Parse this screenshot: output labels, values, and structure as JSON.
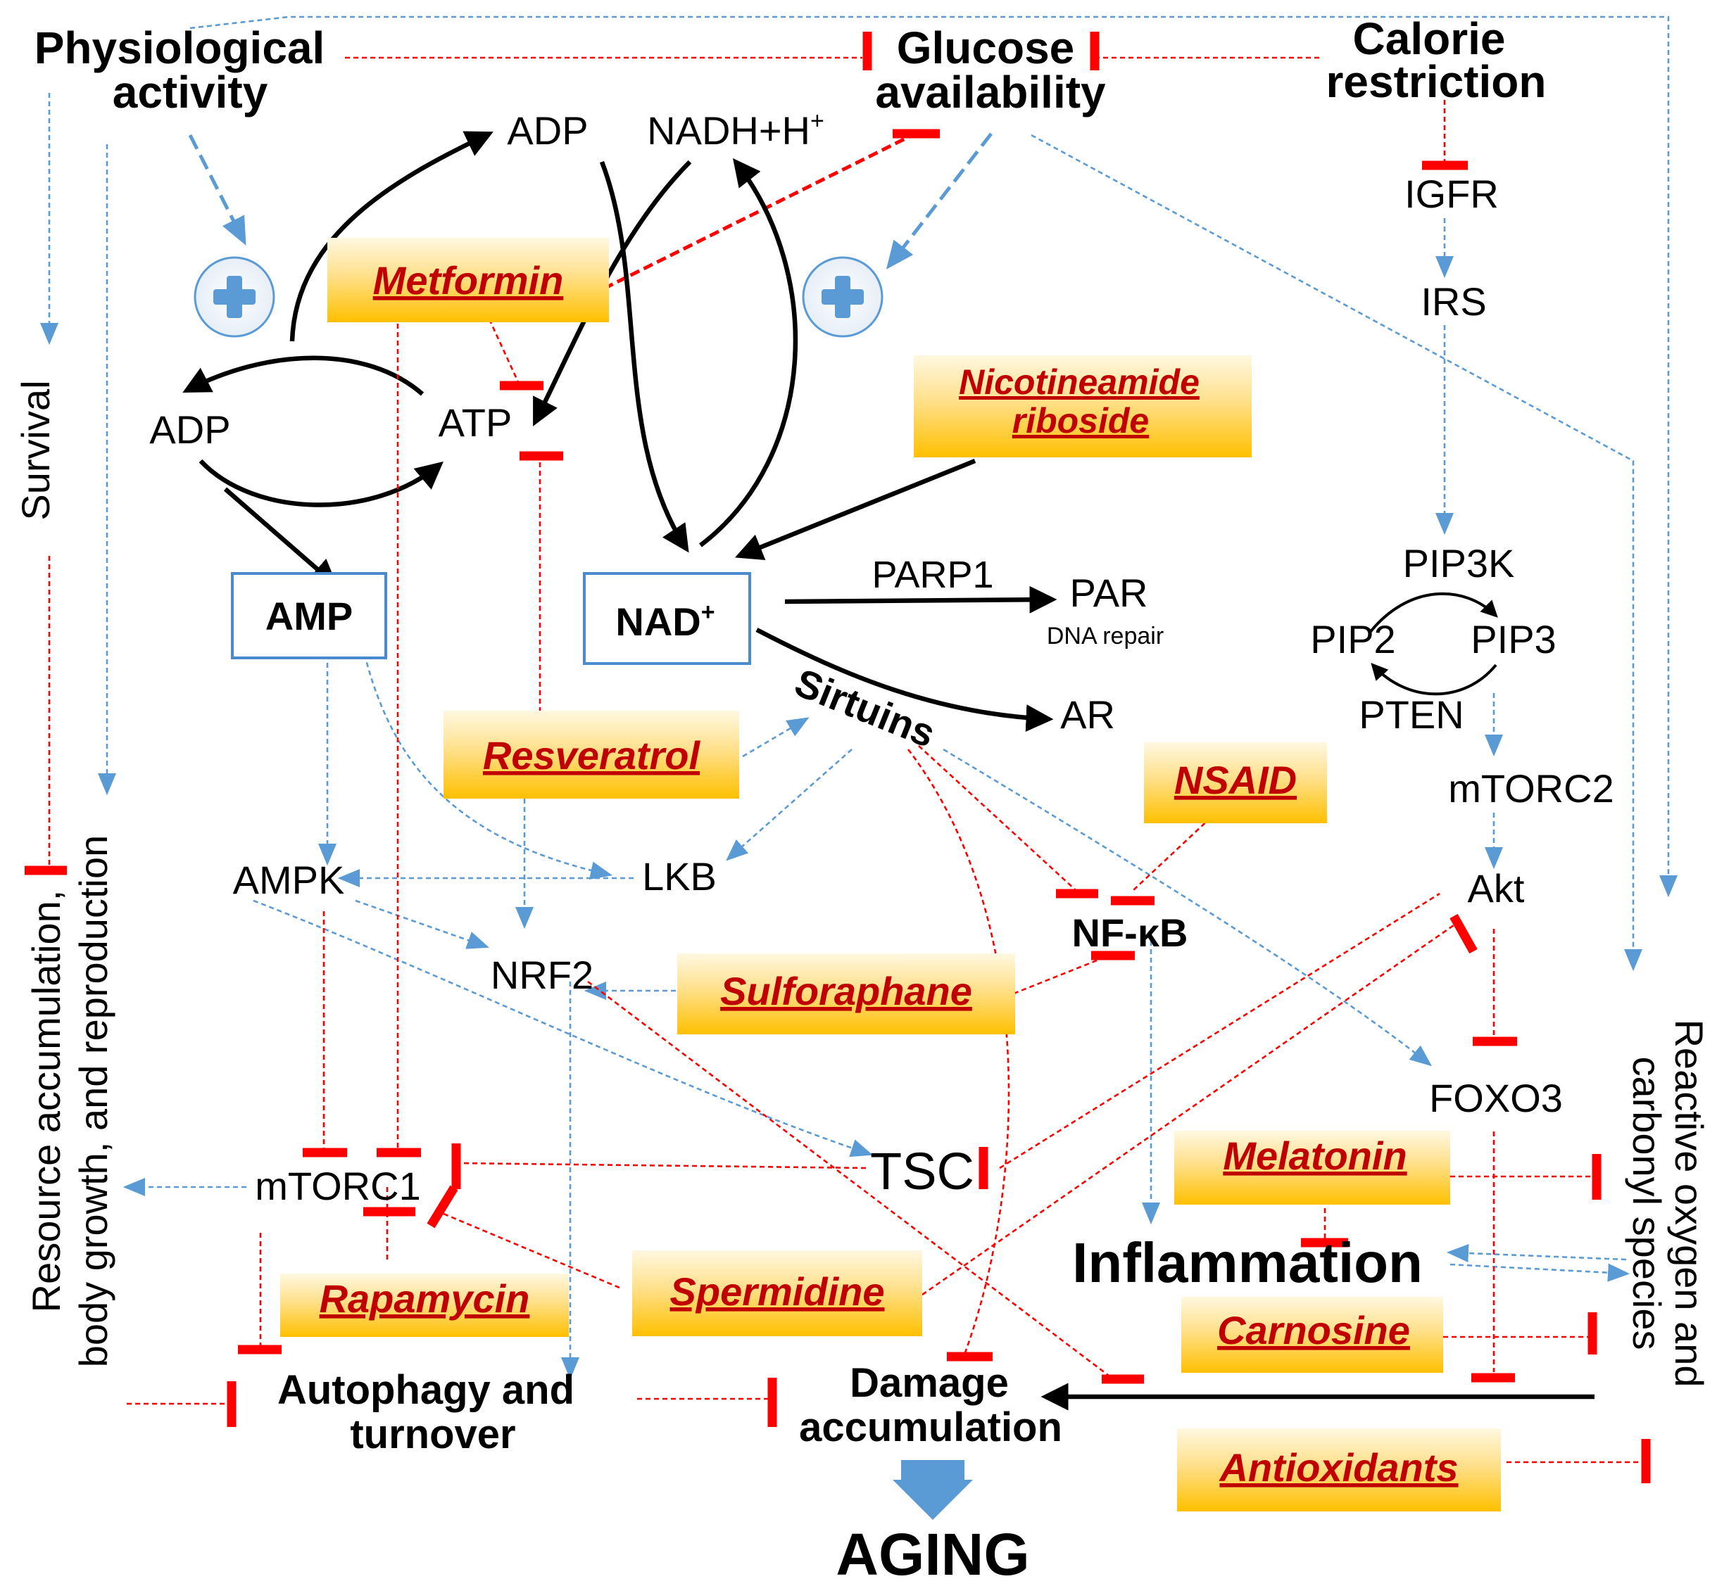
{
  "colors": {
    "accent_blue": "#5B9BD5",
    "inhibit_red": "#FF0000",
    "drug_text": "#C00000",
    "drug_box_gold": "#FFC000"
  },
  "icons": {
    "plus": "plus-circle-icon",
    "big_arrow": "down-arrow-icon"
  },
  "inputs": {
    "physiological_line1": "Physiological",
    "physiological_line2": "activity",
    "glucose_line1": "Glucose",
    "glucose_line2": "availability",
    "calorie_line1": "Calorie",
    "calorie_line2": "restriction"
  },
  "metabolism": {
    "adp_top": "ADP",
    "nadh": "NADH+H",
    "nadh_sup": "+",
    "adp_left": "ADP",
    "atp": "ATP",
    "amp": "AMP",
    "nad": "NAD",
    "nad_sup": "+"
  },
  "nodes": {
    "parp1": "PARP1",
    "par": "PAR",
    "dna_repair": "DNA repair",
    "sirtuins": "Sirtuins",
    "ar": "AR",
    "igfr": "IGFR",
    "irs": "IRS",
    "pip3k": "PIP3K",
    "pip2": "PIP2",
    "pip3": "PIP3",
    "pten": "PTEN",
    "mtorc2": "mTORC2",
    "akt": "Akt",
    "foxo3": "FOXO3",
    "ampk": "AMPK",
    "lkb": "LKB",
    "nrf2": "NRF2",
    "nfkb": "NF-κB",
    "tsc": "TSC",
    "mtorc1": "mTORC1"
  },
  "outcomes": {
    "survival": "Survival",
    "resource_line1": "Resource accumulation,",
    "resource_line2": "body growth, and reproduction",
    "autophagy_line1": "Autophagy and",
    "autophagy_line2": "turnover",
    "damage_line1": "Damage",
    "damage_line2": "accumulation",
    "inflammation": "Inflammation",
    "ros_line1": "Reactive oxygen and",
    "ros_line2": "carbonyl species",
    "aging": "AGING"
  },
  "drugs": {
    "metformin": "Metformin",
    "nicotinamide_line1": "Nicotineamide",
    "nicotinamide_line2": "riboside",
    "resveratrol": "Resveratrol",
    "nsaid": "NSAID",
    "sulforaphane": "Sulforaphane",
    "melatonin": "Melatonin",
    "rapamycin": "Rapamycin",
    "spermidine": "Spermidine",
    "carnosine": "Carnosine",
    "antioxidants": "Antioxidants"
  }
}
